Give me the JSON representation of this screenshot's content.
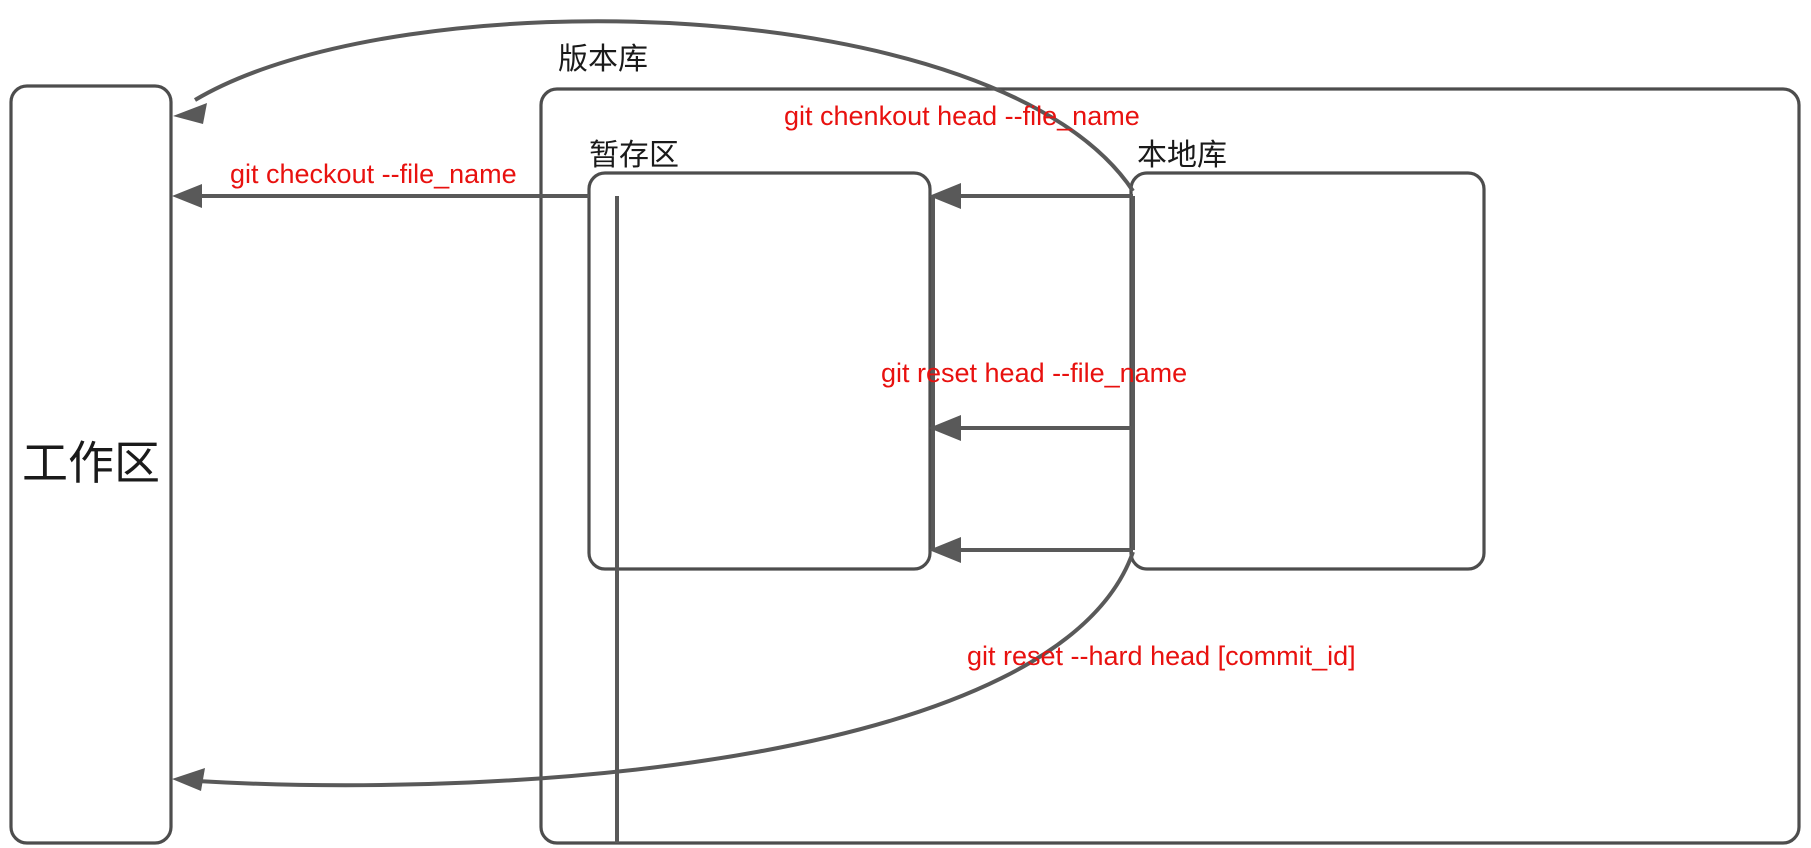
{
  "diagram": {
    "title": "Git areas and restore commands",
    "colors": {
      "box_stroke": "#4d4d4d",
      "connector": "#595959",
      "command_text": "#e8110f",
      "label_text": "#1a1a1a",
      "background": "#ffffff"
    },
    "nodes": [
      {
        "id": "workspace",
        "label": "工作区"
      },
      {
        "id": "repository",
        "label": "版本库"
      },
      {
        "id": "staging",
        "label": "暂存区"
      },
      {
        "id": "local_repo",
        "label": "本地库"
      }
    ],
    "edges": [
      {
        "id": "checkout-head-to-workspace",
        "label": "git chenkout head --file_name",
        "from": "local_repo",
        "to": "workspace",
        "style": "curved"
      },
      {
        "id": "checkout-to-workspace",
        "label": "git checkout --file_name",
        "from": "staging",
        "to": "workspace",
        "style": "straight"
      },
      {
        "id": "reset-head-to-staging",
        "label": "git reset head --file_name",
        "from": "local_repo",
        "to": "staging",
        "style": "straight"
      },
      {
        "id": "reset-hard-to-workspace",
        "label": "git reset --hard head [commit_id]",
        "from": "local_repo",
        "to": "workspace",
        "style": "curved"
      }
    ]
  }
}
